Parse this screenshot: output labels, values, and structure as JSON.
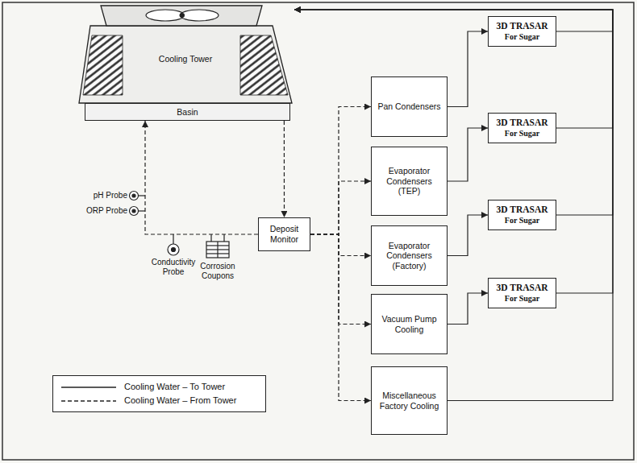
{
  "diagram": {
    "nodes": [
      {
        "text": [
          "Cooling Tower"
        ]
      },
      {
        "text": [
          "Basin"
        ]
      },
      {
        "text": [
          "Deposit Monitor"
        ]
      },
      {
        "text": [
          "Pan Condensers"
        ]
      },
      {
        "text": [
          "Evaporator Condensers (TEP)"
        ]
      },
      {
        "text": [
          "Evaporator Condensers (Factory)"
        ]
      },
      {
        "text": [
          "Vacuum Pump Cooling"
        ]
      },
      {
        "text": [
          "Miscellaneous Factory Cooling"
        ]
      },
      {
        "text": [
          "3D TRASAR",
          "For Sugar"
        ]
      },
      {
        "text": [
          "3D TRASAR",
          "For Sugar"
        ]
      },
      {
        "text": [
          "3D TRASAR",
          "For Sugar"
        ]
      },
      {
        "text": [
          "3D TRASAR",
          "For Sugar"
        ]
      }
    ],
    "edges": [
      {
        "from": 1,
        "to": 2,
        "arrow": "to"
      },
      {
        "from": 2,
        "to": 1,
        "arrow": "to"
      },
      {
        "from": 2,
        "to": 3,
        "arrow": "to"
      },
      {
        "from": 2,
        "to": 4,
        "arrow": "to"
      },
      {
        "from": 2,
        "to": 5,
        "arrow": "to"
      },
      {
        "from": 2,
        "to": 6,
        "arrow": "to"
      },
      {
        "from": 2,
        "to": 7,
        "arrow": "to"
      },
      {
        "from": 3,
        "to": 8,
        "arrow": "to"
      },
      {
        "from": 4,
        "to": 9,
        "arrow": "to"
      },
      {
        "from": 5,
        "to": 10,
        "arrow": "to"
      },
      {
        "from": 6,
        "to": 11,
        "arrow": "to"
      },
      {
        "from": 8,
        "to": 0,
        "arrow": "to"
      },
      {
        "from": 9,
        "to": 0,
        "arrow": "to"
      },
      {
        "from": 10,
        "to": 0,
        "arrow": "to"
      },
      {
        "from": 11,
        "to": 0,
        "arrow": "to"
      },
      {
        "from": 7,
        "to": 0,
        "arrow": "to"
      }
    ],
    "labels": [
      "pH Probe",
      "ORP Probe",
      "Conductivity Probe",
      "Corrosion Coupons"
    ],
    "legend": [
      {
        "text": "Cooling Water – To Tower"
      },
      {
        "text": "Cooling Water – From Tower"
      }
    ]
  }
}
